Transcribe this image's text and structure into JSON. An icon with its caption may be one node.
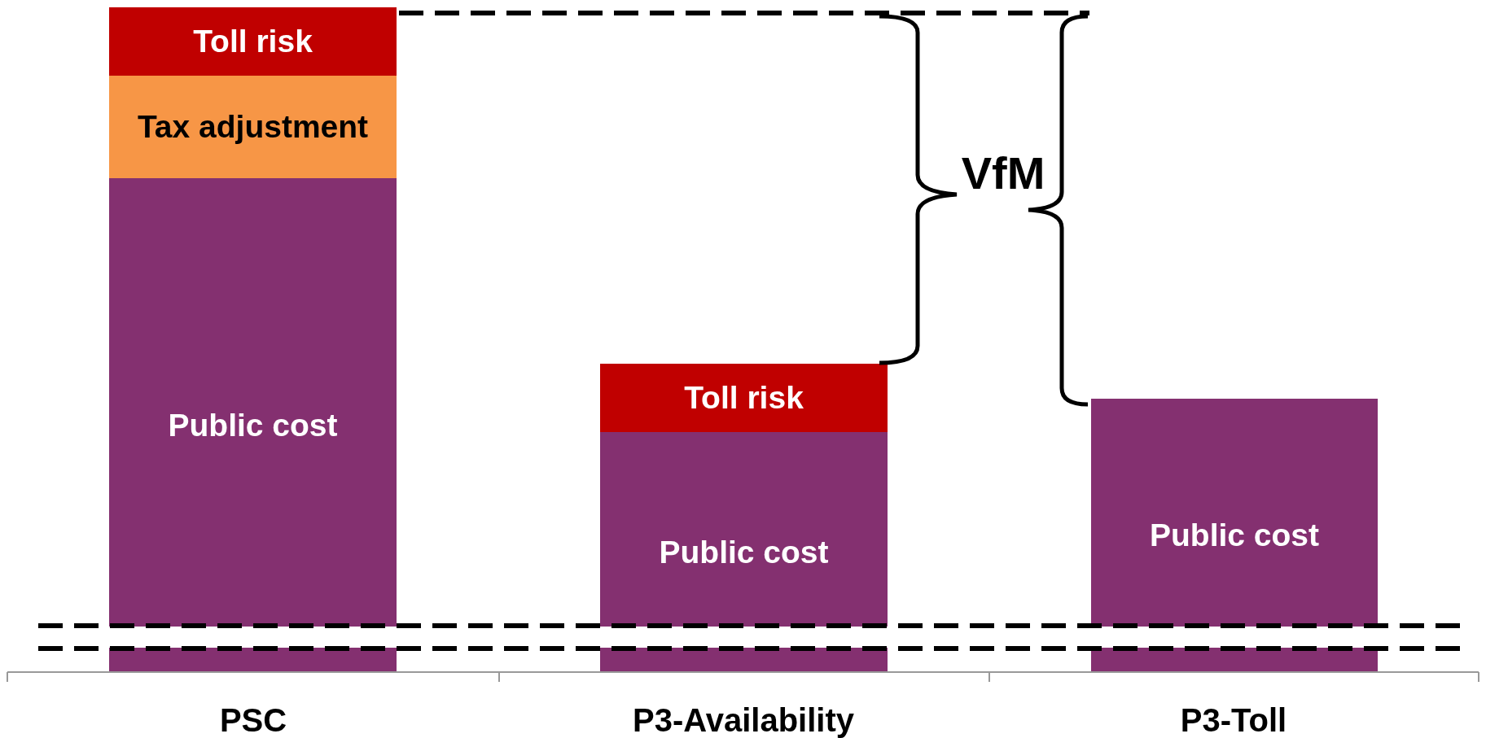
{
  "diagram": {
    "nodes": [
      {
        "text": [
          "Toll risk"
        ]
      },
      {
        "text": [
          "Tax adjustment"
        ]
      },
      {
        "text": [
          "Public cost"
        ]
      },
      {
        "text": [
          "Toll risk"
        ]
      },
      {
        "text": [
          "Public cost"
        ]
      },
      {
        "text": [
          "Public cost"
        ]
      }
    ],
    "labels": [
      "VfM",
      "PSC",
      "P3-Availability",
      "P3-Toll"
    ]
  }
}
